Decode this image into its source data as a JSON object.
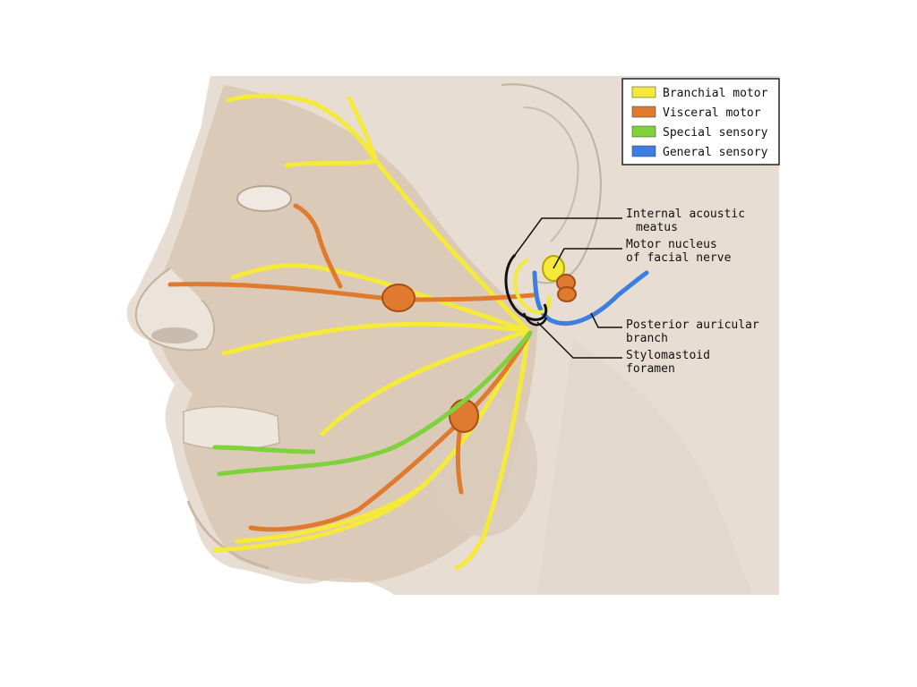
{
  "colors": {
    "background": "#ffffff",
    "skin": "#e7ddd2",
    "muscle": "#cdb9a2",
    "branchial_motor": "#f5e93a",
    "visceral_motor": "#e07a2e",
    "special_sensory": "#7fd23c",
    "general_sensory": "#3d7fe0"
  },
  "legend": {
    "items": [
      {
        "label": "Branchial motor",
        "color": "#f5e93a"
      },
      {
        "label": "Visceral motor",
        "color": "#e07a2e"
      },
      {
        "label": "Special sensory",
        "color": "#7fd23c"
      },
      {
        "label": "General sensory",
        "color": "#3d7fe0"
      }
    ]
  },
  "callouts": {
    "internal_acoustic_meatus": {
      "line1": "Internal acoustic",
      "line2": "meatus"
    },
    "motor_nucleus": {
      "line1": "Motor nucleus",
      "line2": "of facial nerve"
    },
    "posterior_auricular": {
      "line1": "Posterior auricular",
      "line2": "branch"
    },
    "stylomastoid": {
      "line1": "Stylomastoid",
      "line2": "foramen"
    }
  }
}
